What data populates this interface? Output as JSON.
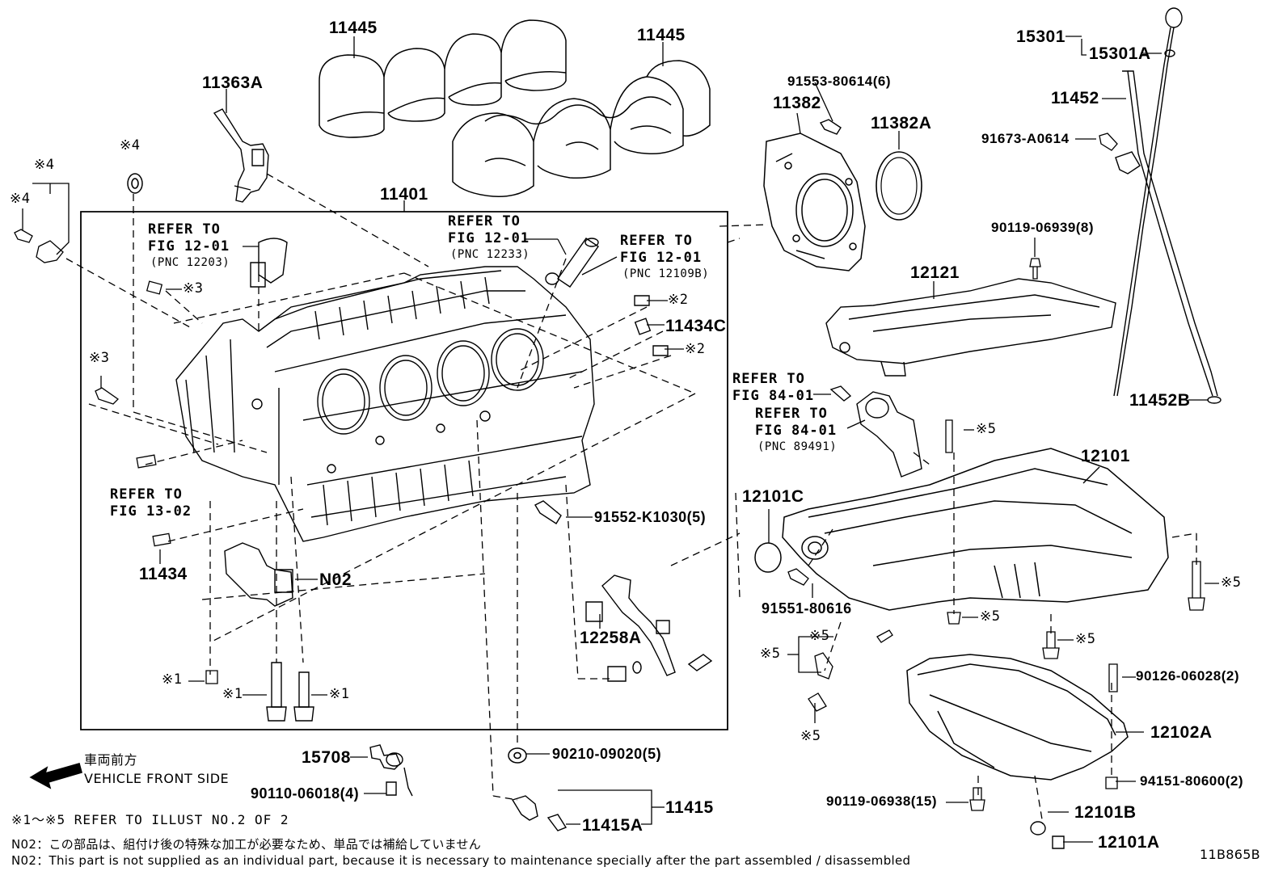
{
  "parts": {
    "p11445a": "11445",
    "p11445b": "11445",
    "p11363A": "11363A",
    "p11401": "11401",
    "p11382": "11382",
    "p11382A": "11382A",
    "p91553": "91553-80614(6)",
    "p15301": "15301",
    "p15301A": "15301A",
    "p11452": "11452",
    "p91673": "91673-A0614",
    "p90119_06939": "90119-06939(8)",
    "p12121": "12121",
    "p11452B": "11452B",
    "p11434C": "11434C",
    "p12101": "12101",
    "p12101C": "12101C",
    "p91552": "91552-K1030(5)",
    "p91551": "91551-80616",
    "p11434": "11434",
    "pN02": "N02",
    "p12258A": "12258A",
    "p15708": "15708",
    "p90110": "90110-06018(4)",
    "p90210": "90210-09020(5)",
    "p11415": "11415",
    "p11415A": "11415A",
    "p90126": "90126-06028(2)",
    "p12102A": "12102A",
    "p94151": "94151-80600(2)",
    "p90119_06938": "90119-06938(15)",
    "p12101B": "12101B",
    "p12101A": "12101A"
  },
  "marks": {
    "m4a": "※4",
    "m4b": "※4",
    "m4c": "※4",
    "m3a": "※3",
    "m3b": "※3",
    "m2a": "※2",
    "m2b": "※2",
    "m1a": "※1",
    "m1b": "※1",
    "m1c": "※1",
    "m5a": "※5",
    "m5b": "※5",
    "m5c": "※5",
    "m5d": "※5",
    "m5e": "※5",
    "m5f": "※5",
    "m5g": "※5"
  },
  "refs": {
    "r1_l1": "REFER TO",
    "r1_l2": "FIG 12-01",
    "r1_pnc": "(PNC 12203)",
    "r2_l1": "REFER TO",
    "r2_l2": "FIG 12-01",
    "r2_pnc": "(PNC 12233)",
    "r3_l1": "REFER TO",
    "r3_l2": "FIG 12-01",
    "r3_pnc": "(PNC 12109B)",
    "r4_l1": "REFER TO",
    "r4_l2": "FIG 13-02",
    "r5_l1": "REFER TO",
    "r5_l2": "FIG 84-01",
    "r6_l1": "REFER TO",
    "r6_l2": "FIG 84-01",
    "r6_pnc": "(PNC 89491)"
  },
  "direction": {
    "jp": "車両前方",
    "en": "VEHICLE FRONT SIDE"
  },
  "notes": {
    "illust": "※1～※5 REFER TO ILLUST NO.2 OF 2",
    "n02_jp": "N02：この部品は、組付け後の特殊な加工が必要なため、単品では補給していません",
    "n02_en": "N02：This part is not supplied as an individual part, because it is necessary to maintenance specially after the part assembled / disassembled",
    "code": "11B865B"
  }
}
